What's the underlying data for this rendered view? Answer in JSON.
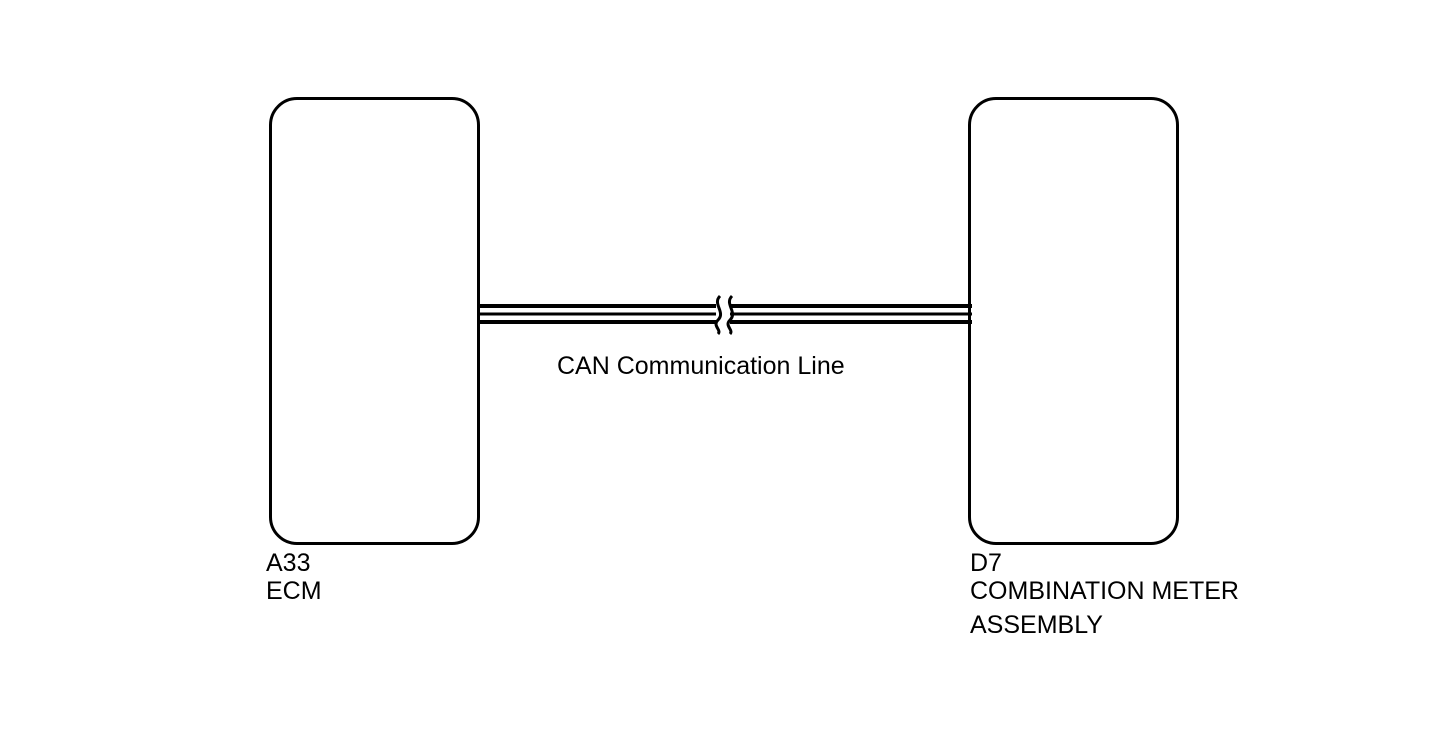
{
  "diagram": {
    "wire": {
      "label": "CAN Communication Line",
      "color": "#000000"
    },
    "left_component": {
      "code": "A33",
      "name": "ECM"
    },
    "right_component": {
      "code": "D7",
      "name_line1": "COMBINATION METER",
      "name_line2": "ASSEMBLY"
    },
    "break_mark": "wire-break-icon"
  }
}
